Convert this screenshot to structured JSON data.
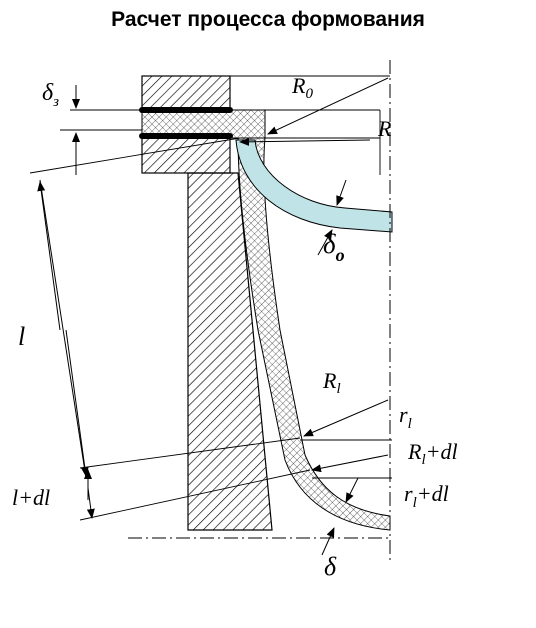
{
  "title": "Расчет процесса формования",
  "labels": {
    "delta_z": {
      "main": "δ",
      "sub": "з"
    },
    "R0": {
      "main": "R",
      "sub": "0"
    },
    "R": {
      "main": "R"
    },
    "delta_o": {
      "main": "δ",
      "sub": "o"
    },
    "l": {
      "main": "l"
    },
    "Rl": {
      "main": "R",
      "sub": "l"
    },
    "rl": {
      "main": "r",
      "sub": "l"
    },
    "Rl_dl": {
      "main": "R",
      "sub": "l",
      "suffix": "+dl"
    },
    "l_dl": {
      "main": "l+dl"
    },
    "rl_dl": {
      "main": "r",
      "sub": "l",
      "suffix": "+dl"
    },
    "delta": {
      "main": "δ"
    }
  },
  "colors": {
    "ink": "#000000",
    "blank": "#bfe3e6",
    "hatch": "#000000",
    "background": "#ffffff"
  }
}
